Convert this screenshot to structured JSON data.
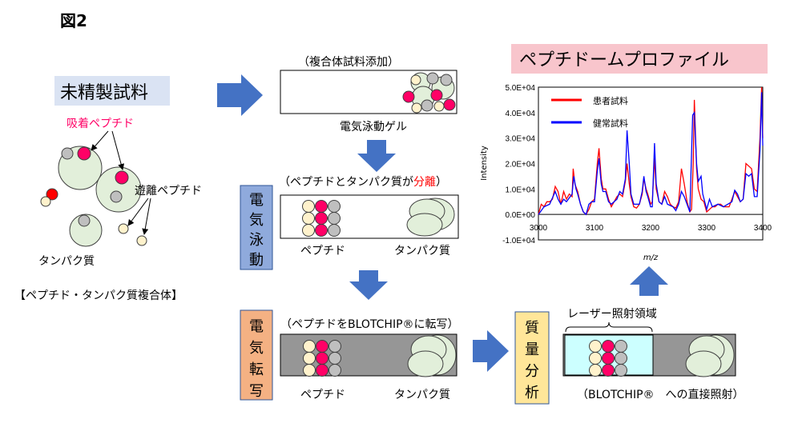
{
  "figure_label": "図2",
  "crude_sample": {
    "title": "未精製試料",
    "adsorbed_label": "吸着ペプチド",
    "free_label": "遊離ペプチド",
    "protein_label": "タンパク質",
    "caption": "【ペプチド・タンパク質複合体】"
  },
  "gel": {
    "caption_top": "（複合体試料添加）",
    "caption_bottom": "電気泳動ゲル"
  },
  "electrophoresis": {
    "side_label": [
      "電",
      "気",
      "泳",
      "動"
    ],
    "caption_prefix": "（ペプチドとタンパク質が",
    "caption_highlight": "分離",
    "caption_suffix": "）",
    "peptide_label": "ペプチド",
    "protein_label": "タンパク質"
  },
  "transfer": {
    "side_label": [
      "電",
      "気",
      "転",
      "写"
    ],
    "caption": "（ペプチドをBLOTCHIP®に転写）",
    "peptide_label": "ペプチド",
    "protein_label": "タンパク質"
  },
  "mass_spec": {
    "side_label": [
      "質",
      "量",
      "分",
      "析"
    ],
    "laser_label": "レーザー照射領域",
    "caption": "（BLOTCHIP®　への直接照射）"
  },
  "profile_title": "ペプチドームプロファイル",
  "colors": {
    "arrow": "#4472c4",
    "red": "#ff0066",
    "peptide_red": "#ff0066",
    "cream": "#fff2cc",
    "gray": "#bfbfbf",
    "protein": "#e2efda"
  },
  "chart_data": {
    "type": "line",
    "xlabel": "m/z",
    "ylabel": "Intensity",
    "xlim": [
      3000,
      3400
    ],
    "ylim": [
      -10000,
      50000
    ],
    "xticks": [
      "3000",
      "3100",
      "3200",
      "3300",
      "3400"
    ],
    "yticks": [
      "5.0E+04",
      "4.0E+04",
      "3.0E+04",
      "2.0E+04",
      "1.0E+04",
      "0.0E+00",
      "-1.0E+04"
    ],
    "legend_position": "top-left",
    "series": [
      {
        "name": "患者試料",
        "color": "#ff0000",
        "x": [
          3000,
          3005,
          3010,
          3015,
          3020,
          3025,
          3030,
          3035,
          3040,
          3045,
          3050,
          3055,
          3060,
          3062,
          3065,
          3070,
          3075,
          3080,
          3085,
          3090,
          3095,
          3100,
          3105,
          3108,
          3112,
          3115,
          3120,
          3125,
          3130,
          3135,
          3140,
          3145,
          3150,
          3155,
          3158,
          3162,
          3165,
          3170,
          3175,
          3180,
          3185,
          3188,
          3192,
          3195,
          3200,
          3203,
          3207,
          3210,
          3215,
          3220,
          3225,
          3230,
          3235,
          3240,
          3245,
          3250,
          3255,
          3260,
          3265,
          3270,
          3273,
          3276,
          3278,
          3282,
          3285,
          3290,
          3295,
          3300,
          3305,
          3310,
          3315,
          3320,
          3325,
          3330,
          3335,
          3340,
          3345,
          3350,
          3355,
          3360,
          3365,
          3370,
          3375,
          3380,
          3385,
          3390,
          3395,
          3398,
          3400
        ],
        "y": [
          0,
          4000,
          3000,
          5000,
          5000,
          6000,
          11000,
          9000,
          4000,
          9000,
          6000,
          8000,
          7000,
          18000,
          12000,
          9000,
          4000,
          1000,
          0,
          2000,
          5000,
          6000,
          20000,
          26000,
          14000,
          10000,
          10000,
          6000,
          3000,
          5000,
          7000,
          8000,
          7000,
          13000,
          20000,
          12000,
          7000,
          3000,
          2500,
          4000,
          8000,
          14000,
          10000,
          8000,
          4000,
          5000,
          22000,
          10000,
          5000,
          4000,
          9000,
          7000,
          4000,
          3000,
          2500,
          5000,
          18000,
          12000,
          5000,
          1000,
          2000,
          20000,
          45000,
          18000,
          10000,
          6000,
          5000,
          1000,
          2000,
          3000,
          3000,
          4000,
          4000,
          3000,
          3000,
          3000,
          6000,
          9000,
          7000,
          5000,
          6000,
          20000,
          19000,
          18000,
          10000,
          9000,
          30000,
          50000,
          30000
        ]
      },
      {
        "name": "健常試料",
        "color": "#0000ff",
        "x": [
          3000,
          3010,
          3020,
          3030,
          3035,
          3040,
          3045,
          3050,
          3060,
          3063,
          3067,
          3070,
          3075,
          3080,
          3085,
          3090,
          3095,
          3100,
          3105,
          3108,
          3112,
          3115,
          3120,
          3125,
          3130,
          3140,
          3145,
          3150,
          3155,
          3158,
          3162,
          3165,
          3170,
          3180,
          3185,
          3188,
          3192,
          3195,
          3200,
          3203,
          3207,
          3210,
          3215,
          3220,
          3225,
          3230,
          3240,
          3245,
          3250,
          3255,
          3260,
          3265,
          3270,
          3275,
          3278,
          3282,
          3285,
          3290,
          3293,
          3300,
          3305,
          3310,
          3320,
          3330,
          3345,
          3350,
          3355,
          3360,
          3365,
          3370,
          3375,
          3380,
          3385,
          3390,
          3395,
          3398,
          3400
        ],
        "y": [
          0,
          3000,
          4000,
          9000,
          6000,
          4000,
          6000,
          5000,
          8000,
          15000,
          10000,
          8000,
          4000,
          1000,
          0,
          4000,
          5000,
          5000,
          17000,
          22000,
          12000,
          9000,
          9000,
          5000,
          4000,
          6000,
          9000,
          8000,
          14000,
          33000,
          20000,
          8000,
          4000,
          4000,
          9000,
          15000,
          9000,
          7000,
          3000,
          3000,
          28000,
          12000,
          5000,
          4000,
          7000,
          4000,
          3000,
          1500,
          4000,
          9000,
          7000,
          4000,
          1000,
          39000,
          40000,
          20000,
          13000,
          15000,
          8000,
          2000,
          6000,
          3000,
          4000,
          3000,
          5000,
          9500,
          8000,
          5000,
          6000,
          16000,
          15000,
          16000,
          7000,
          7000,
          25000,
          48000,
          27000
        ]
      }
    ]
  }
}
